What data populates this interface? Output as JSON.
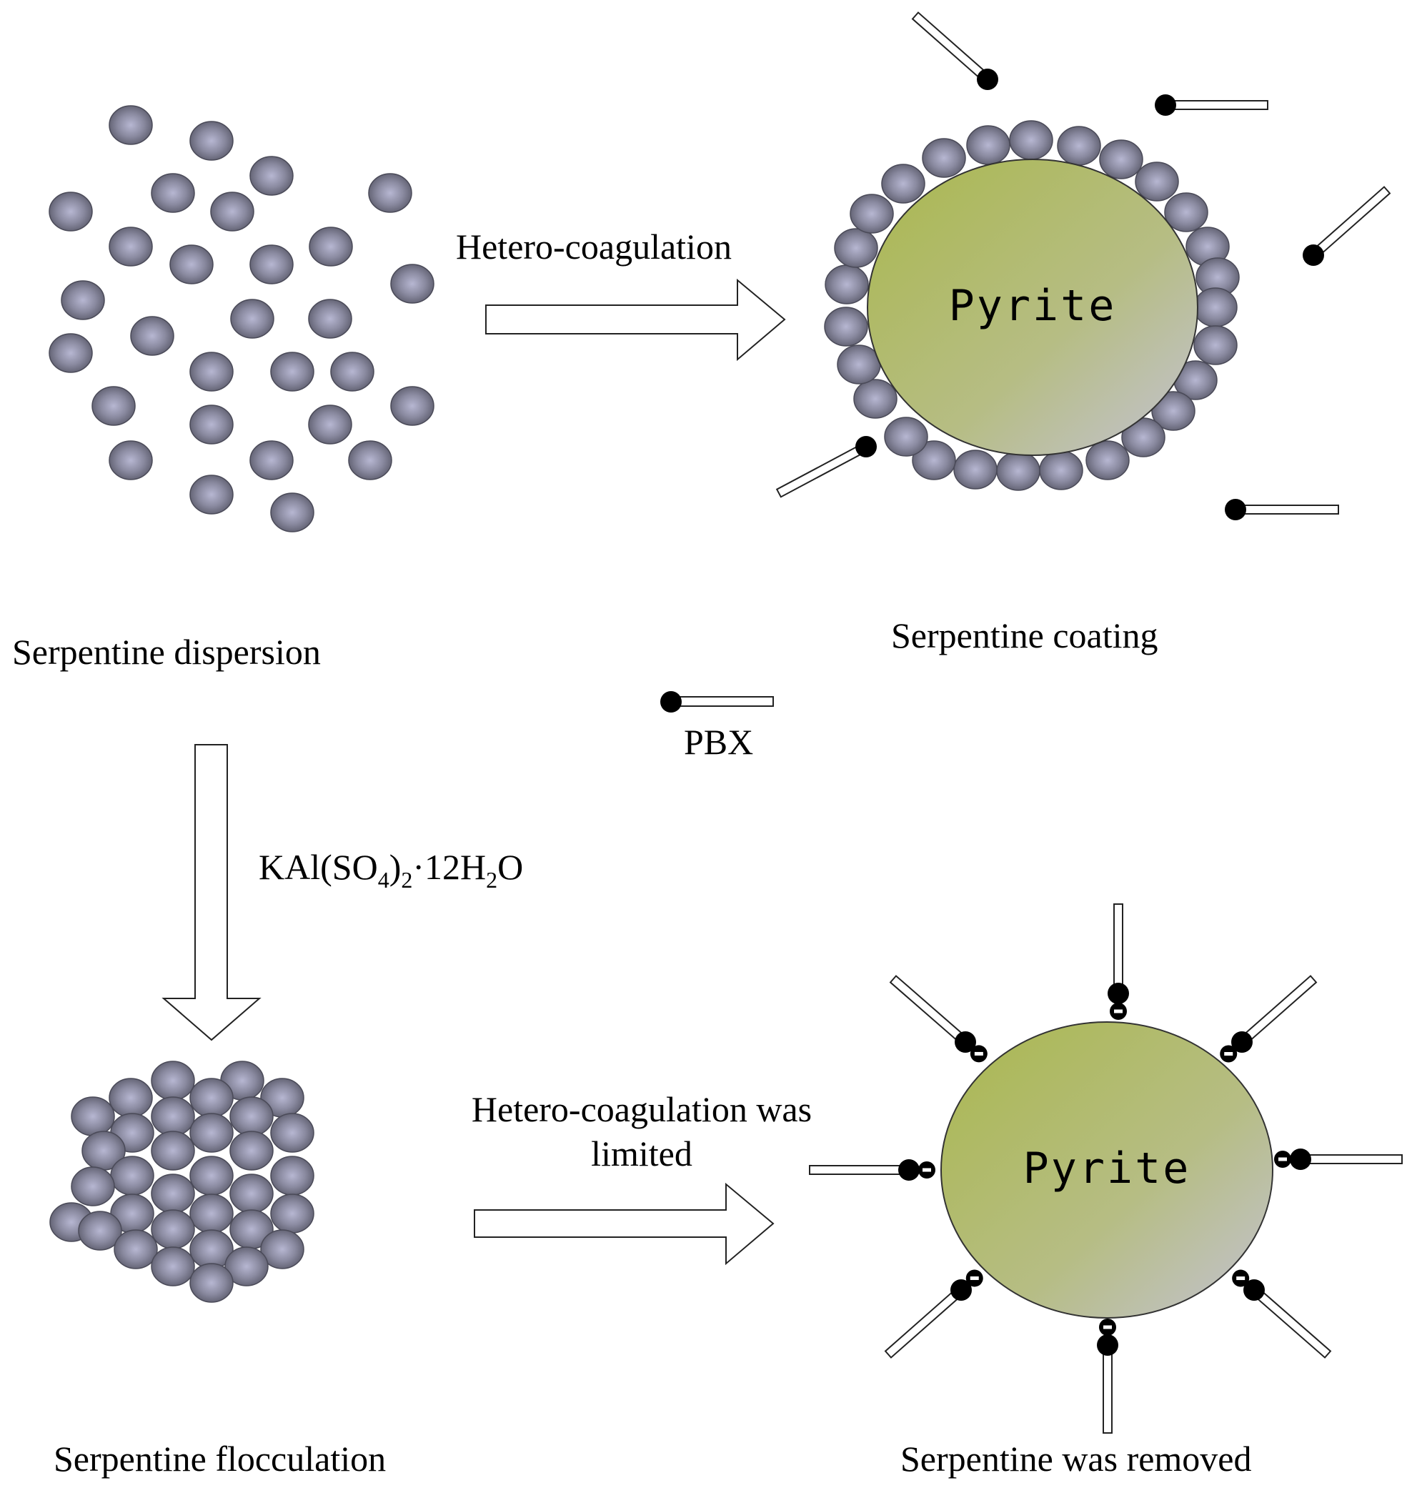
{
  "labels": {
    "serpentine_dispersion": "Serpentine dispersion",
    "serpentine_coating": "Serpentine coating",
    "pbx": "PBX",
    "hetero_coagulation": "Hetero-coagulation",
    "hetero_limited_line1": "Hetero-coagulation was",
    "hetero_limited_line2": "limited",
    "serpentine_flocculation": "Serpentine flocculation",
    "serpentine_removed": "Serpentine was removed",
    "pyrite_top": "Pyrite",
    "pyrite_bottom": "Pyrite",
    "reagent": {
      "p1": "KAl(SO",
      "s1": "4",
      "p2": ")",
      "s2": "2",
      "p3": "·12H",
      "s3": "2",
      "p4": "O"
    }
  },
  "colors": {
    "serpentine_particle": "#8a8a9e",
    "pyrite_green": "#b2bb68",
    "pyrite_gray": "#c0c0c8",
    "collector_head": "#000000"
  }
}
